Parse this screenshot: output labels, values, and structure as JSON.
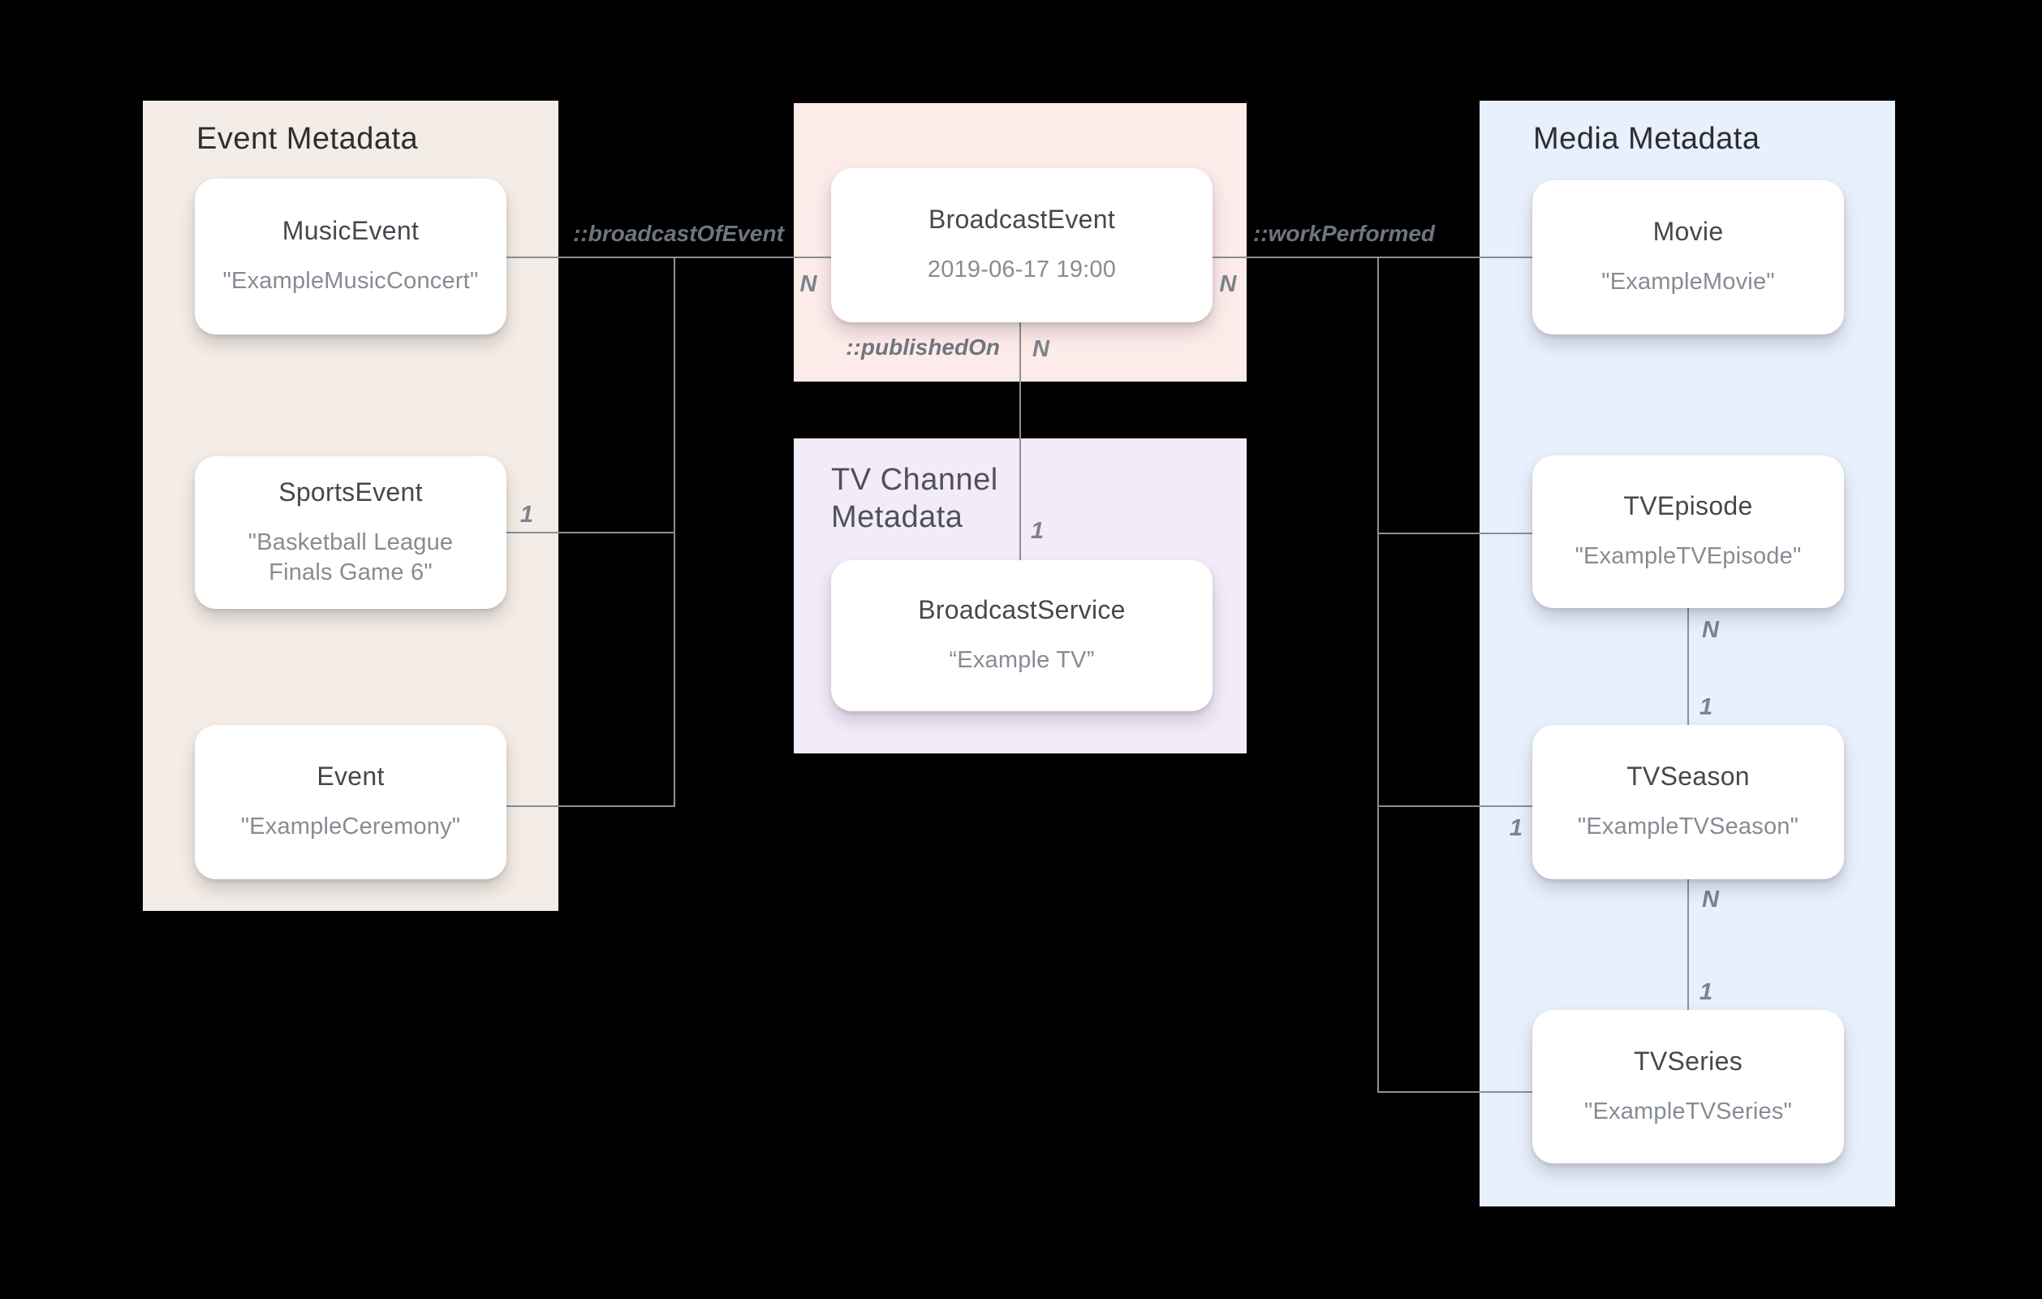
{
  "panels": {
    "event": {
      "title": "Event Metadata"
    },
    "tvChannel": {
      "title": "TV Channel Metadata"
    },
    "media": {
      "title": "Media Metadata"
    }
  },
  "nodes": {
    "musicEvent": {
      "label": "MusicEvent",
      "value": "\"ExampleMusicConcert\""
    },
    "sportsEvent": {
      "label": "SportsEvent",
      "value": "\"Basketball League Finals Game 6\""
    },
    "event": {
      "label": "Event",
      "value": "\"ExampleCeremony\""
    },
    "broadcastEvent": {
      "label": "BroadcastEvent",
      "value": "2019-06-17 19:00"
    },
    "broadcastService": {
      "label": "BroadcastService",
      "value": "“Example TV”"
    },
    "movie": {
      "label": "Movie",
      "value": "\"ExampleMovie\""
    },
    "tvEpisode": {
      "label": "TVEpisode",
      "value": "\"ExampleTVEpisode\""
    },
    "tvSeason": {
      "label": "TVSeason",
      "value": "\"ExampleTVSeason\""
    },
    "tvSeries": {
      "label": "TVSeries",
      "value": "\"ExampleTVSeries\""
    }
  },
  "edges": {
    "broadcastOfEvent": {
      "label": "::broadcastOfEvent",
      "cardinalityNearBroadcastEvent": "N",
      "cardinalityNearSportsEvent": "1"
    },
    "publishedOn": {
      "label": "::publishedOn",
      "cardinalityNearBroadcastEvent": "N",
      "cardinalityNearBroadcastService": "1"
    },
    "workPerformed": {
      "label": "::workPerformed",
      "cardinalityNearBroadcastEvent": "N",
      "cardinalityNearTvSeason": "1"
    },
    "tvEpisodeToTvSeason": {
      "cardinalityNearTvEpisode": "N",
      "cardinalityNearTvSeason": "1"
    },
    "tvSeasonToTvSeries": {
      "cardinalityNearTvSeason": "N",
      "cardinalityNearTvSeries": "1"
    }
  },
  "colors": {
    "background": "#000000",
    "eventPanel": "#F4ECE6",
    "broadcastPanel": "#FDEBEA",
    "tvChannelPanel": "#F4EBFA",
    "mediaPanel": "#E8EFFD",
    "nodeBackground": "#FFFFFF",
    "line": "#8B9094",
    "panelTitle": "#2B2F33",
    "tvPanelTitle": "#4D5358",
    "nodeTitle": "#44494E",
    "nodeValue": "#868C93",
    "edgeLabel": "#70767D",
    "cardinality": "#7D838B"
  }
}
